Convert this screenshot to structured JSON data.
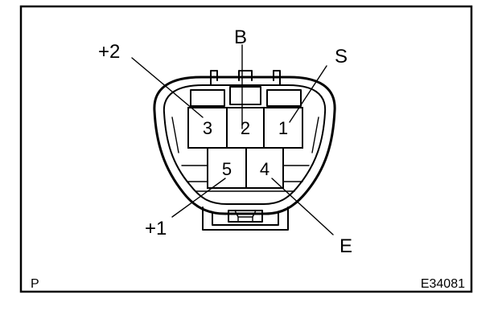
{
  "pins": [
    {
      "id": "pin-1",
      "label": "1"
    },
    {
      "id": "pin-2",
      "label": "2"
    },
    {
      "id": "pin-3",
      "label": "3"
    },
    {
      "id": "pin-4",
      "label": "4"
    },
    {
      "id": "pin-5",
      "label": "5"
    }
  ],
  "callouts": {
    "plus2": "+2",
    "b": "B",
    "s": "S",
    "plus1": "+1",
    "e": "E"
  },
  "footer": {
    "left_mark": "P",
    "figure_code": "E34081"
  }
}
